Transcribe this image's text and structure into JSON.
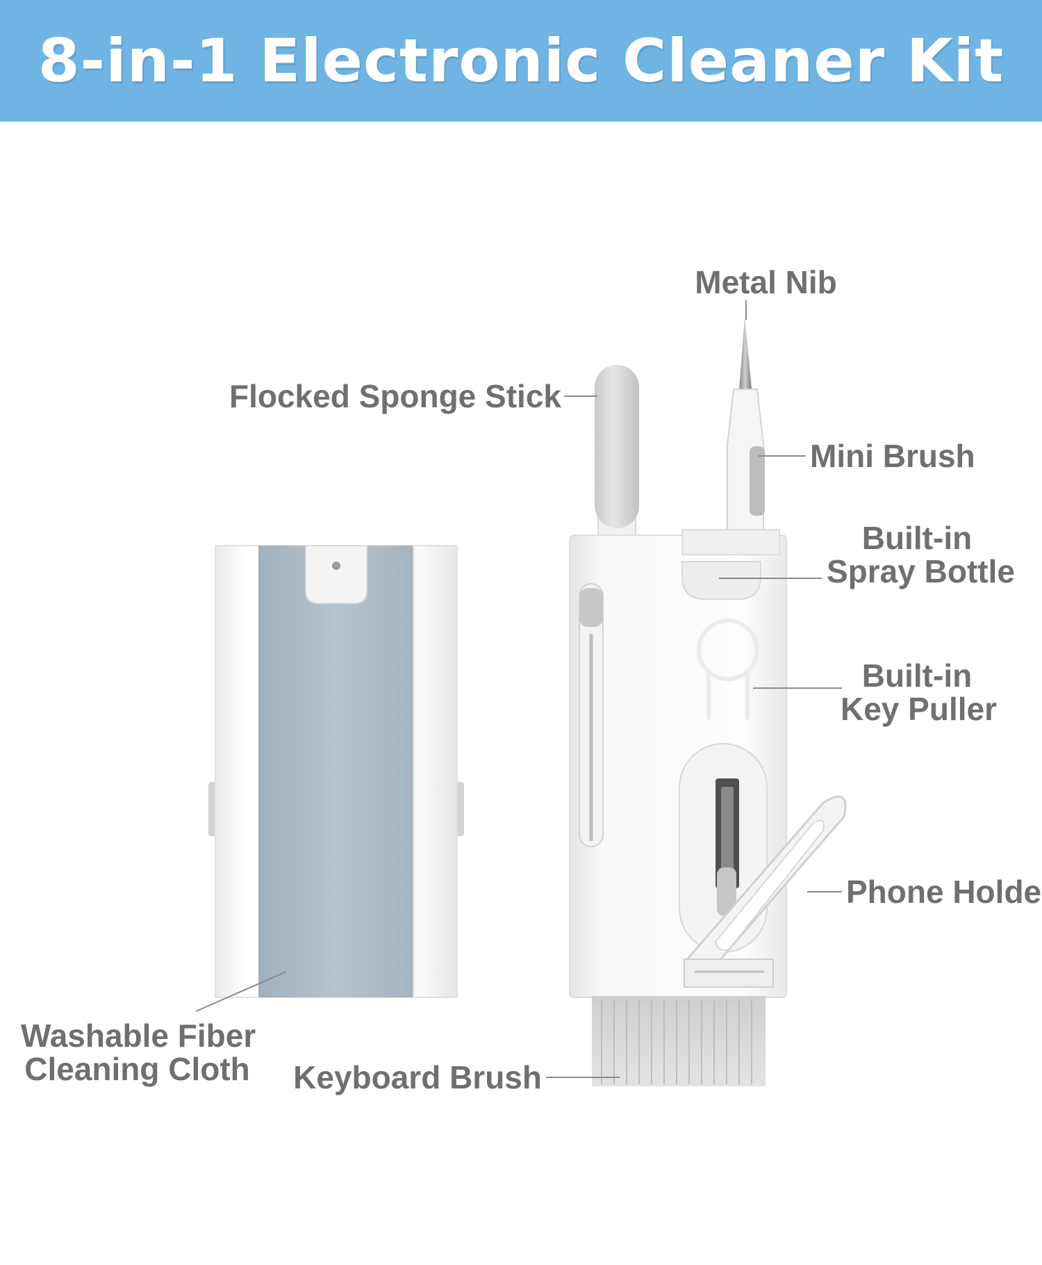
{
  "banner": {
    "title": "8-in-1 Electronic Cleaner Kit"
  },
  "colors": {
    "banner": "#6fb4e2",
    "label_text": "#6f6f6f",
    "cloth": "#a9b7c3",
    "body_white": "#f7f7f7"
  },
  "labels": {
    "metal_nib": "Metal Nib",
    "flocked_sponge_stick": "Flocked Sponge Stick",
    "mini_brush": "Mini Brush",
    "spray_bottle_line1": "Built-in",
    "spray_bottle_line2": "Spray Bottle",
    "key_puller_line1": "Built-in",
    "key_puller_line2": "Key Puller",
    "phone_holder": "Phone Holder",
    "cloth_line1": "Washable Fiber",
    "cloth_line2": "Cleaning Cloth",
    "keyboard_brush": "Keyboard Brush"
  }
}
